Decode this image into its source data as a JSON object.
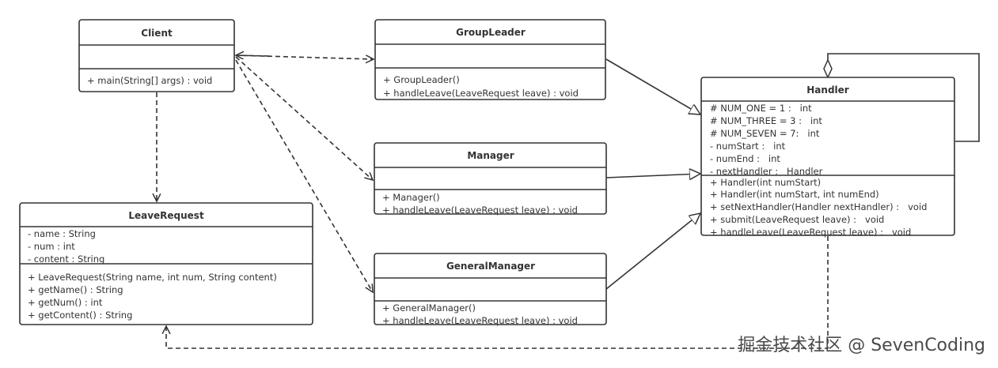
{
  "classes": {
    "client": {
      "name": "Client",
      "attributes": [],
      "methods": [
        "+ main(String[] args) : void"
      ]
    },
    "groupleader": {
      "name": "GroupLeader",
      "attributes": [],
      "methods": [
        "+ GroupLeader()",
        "+ handleLeave(LeaveRequest leave) : void"
      ]
    },
    "manager": {
      "name": "Manager",
      "attributes": [],
      "methods": [
        "+ Manager()",
        "+ handleLeave(LeaveRequest leave) : void"
      ]
    },
    "generalmanager": {
      "name": "GeneralManager",
      "attributes": [],
      "methods": [
        "+ GeneralManager()",
        "+ handleLeave(LeaveRequest leave) : void"
      ]
    },
    "handler": {
      "name": "Handler",
      "attributes": [
        "# NUM_ONE = 1 :   int",
        "# NUM_THREE = 3 :   int",
        "# NUM_SEVEN = 7:   int",
        "- numStart :   int",
        "- numEnd :   int",
        "- nextHandler :   Handler"
      ],
      "methods": [
        "+ Handler(int numStart)",
        "+ Handler(int numStart, int numEnd)",
        "+ setNextHandler(Handler nextHandler) :   void",
        "+ submit(LeaveRequest leave) :   void",
        "+ handleLeave(LeaveRequest leave) :   void"
      ]
    },
    "leaverequest": {
      "name": "LeaveRequest",
      "attributes": [
        "- name : String",
        "- num : int",
        "- content : String"
      ],
      "methods": [
        "+ LeaveRequest(String name, int num, String content)",
        "+ getName() : String",
        "+ getNum() : int",
        "+ getContent() : String"
      ]
    }
  },
  "relations": [
    {
      "from": "Client",
      "to": "GroupLeader",
      "type": "dependency"
    },
    {
      "from": "Client",
      "to": "Manager",
      "type": "dependency"
    },
    {
      "from": "Client",
      "to": "GeneralManager",
      "type": "dependency"
    },
    {
      "from": "Client",
      "to": "LeaveRequest",
      "type": "dependency"
    },
    {
      "from": "GroupLeader",
      "to": "Handler",
      "type": "inheritance"
    },
    {
      "from": "Manager",
      "to": "Handler",
      "type": "inheritance"
    },
    {
      "from": "GeneralManager",
      "to": "Handler",
      "type": "inheritance"
    },
    {
      "from": "Handler",
      "to": "Handler",
      "type": "aggregation"
    },
    {
      "from": "Handler",
      "to": "LeaveRequest",
      "type": "dependency"
    }
  ],
  "watermark": "掘金技术社区 @ SevenCoding"
}
